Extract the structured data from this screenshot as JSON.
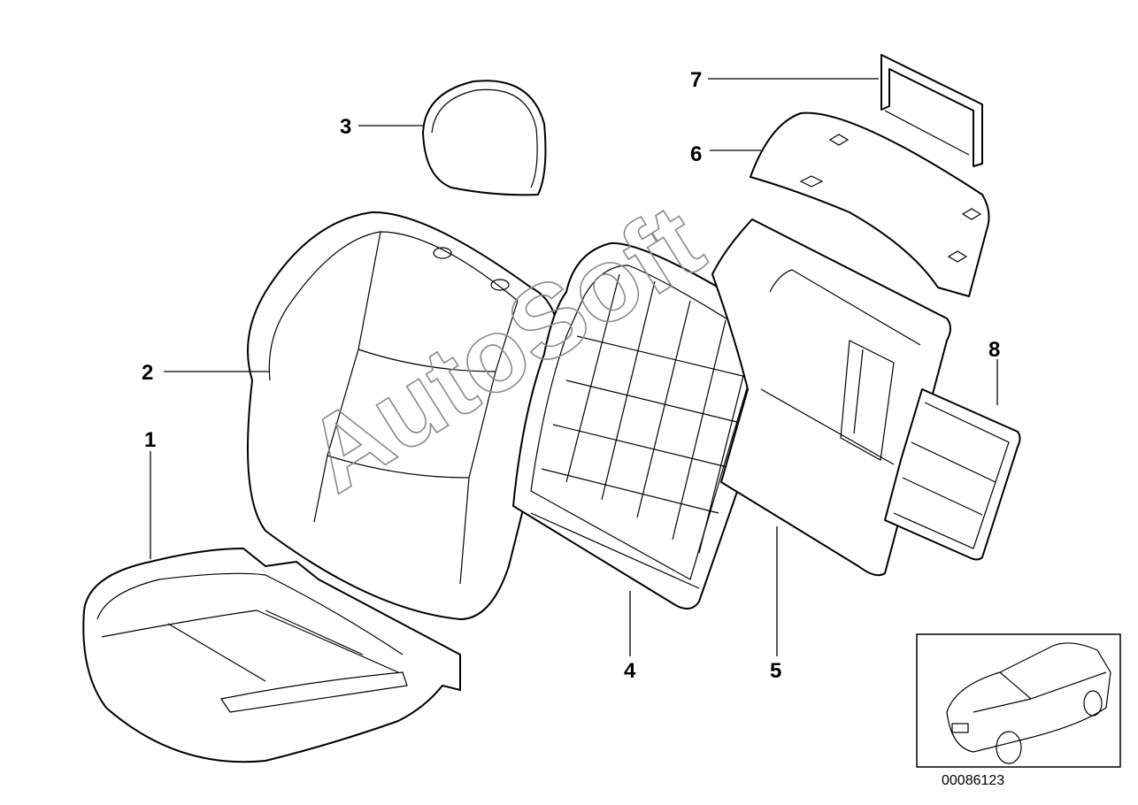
{
  "callouts": [
    {
      "id": "1",
      "label": "1",
      "part": "seat-cushion-cover"
    },
    {
      "id": "2",
      "label": "2",
      "part": "backrest-cover"
    },
    {
      "id": "3",
      "label": "3",
      "part": "headrest"
    },
    {
      "id": "4",
      "label": "4",
      "part": "backrest-frame"
    },
    {
      "id": "5",
      "label": "5",
      "part": "backrest-trim-panel"
    },
    {
      "id": "6",
      "label": "6",
      "part": "backrest-rear-upper-cover"
    },
    {
      "id": "7",
      "label": "7",
      "part": "cover-bracket"
    },
    {
      "id": "8",
      "label": "8",
      "part": "backrest-board"
    }
  ],
  "watermark": "AutoSoft",
  "document_number": "00086123",
  "colors": {
    "line": "#000000",
    "background": "#ffffff",
    "watermark": "#8a8a8a"
  }
}
